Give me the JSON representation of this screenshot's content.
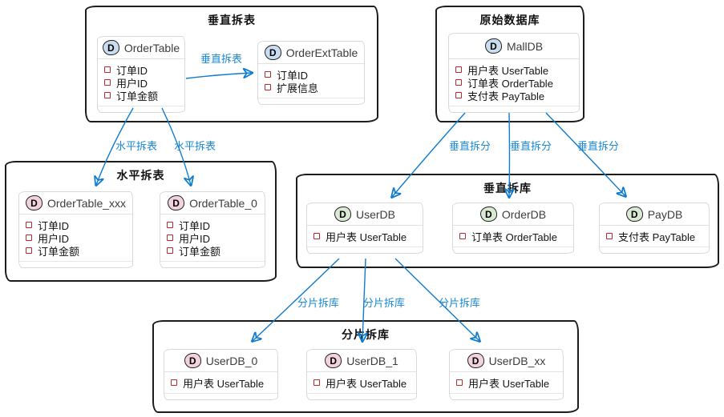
{
  "diagram": {
    "glyphs": {
      "entity_icon": "D"
    },
    "colors": {
      "arrow": "#0f7cd0",
      "edge_label_text": "#1b89d6",
      "entity_icon_blue": "#c9ddf1",
      "entity_icon_green": "#d9e9d2",
      "entity_icon_pink": "#f3d2e0",
      "field_marker": "#c0282d",
      "group_border": "#1c1c1c",
      "entity_border": "#d9d9d9"
    },
    "groups": [
      {
        "title": "垂直拆表"
      },
      {
        "title": "原始数据库"
      },
      {
        "title": "水平拆表"
      },
      {
        "title": "垂直拆库"
      },
      {
        "title": "分片拆库"
      }
    ],
    "entities": [
      {
        "name": "OrderTable",
        "fields": [
          "订单ID",
          "用户ID",
          "订单金额"
        ]
      },
      {
        "name": "OrderExtTable",
        "fields": [
          "订单ID",
          "扩展信息"
        ]
      },
      {
        "name": "MallDB",
        "fields": [
          "用户表 UserTable",
          "订单表 OrderTable",
          "支付表 PayTable"
        ]
      },
      {
        "name": "OrderTable_xxx",
        "fields": [
          "订单ID",
          "用户ID",
          "订单金额"
        ]
      },
      {
        "name": "OrderTable_0",
        "fields": [
          "订单ID",
          "用户ID",
          "订单金额"
        ]
      },
      {
        "name": "UserDB",
        "fields": [
          "用户表 UserTable"
        ]
      },
      {
        "name": "OrderDB",
        "fields": [
          "订单表 OrderTable"
        ]
      },
      {
        "name": "PayDB",
        "fields": [
          "支付表 PayTable"
        ]
      },
      {
        "name": "UserDB_0",
        "fields": [
          "用户表 UserTable"
        ]
      },
      {
        "name": "UserDB_1",
        "fields": [
          "用户表 UserTable"
        ]
      },
      {
        "name": "UserDB_xx",
        "fields": [
          "用户表 UserTable"
        ]
      }
    ],
    "edge_labels": [
      "垂直拆表",
      "水平拆表",
      "水平拆表",
      "垂直拆分",
      "垂直拆分",
      "垂直拆分",
      "分片拆库",
      "分片拆库",
      "分片拆库"
    ]
  }
}
